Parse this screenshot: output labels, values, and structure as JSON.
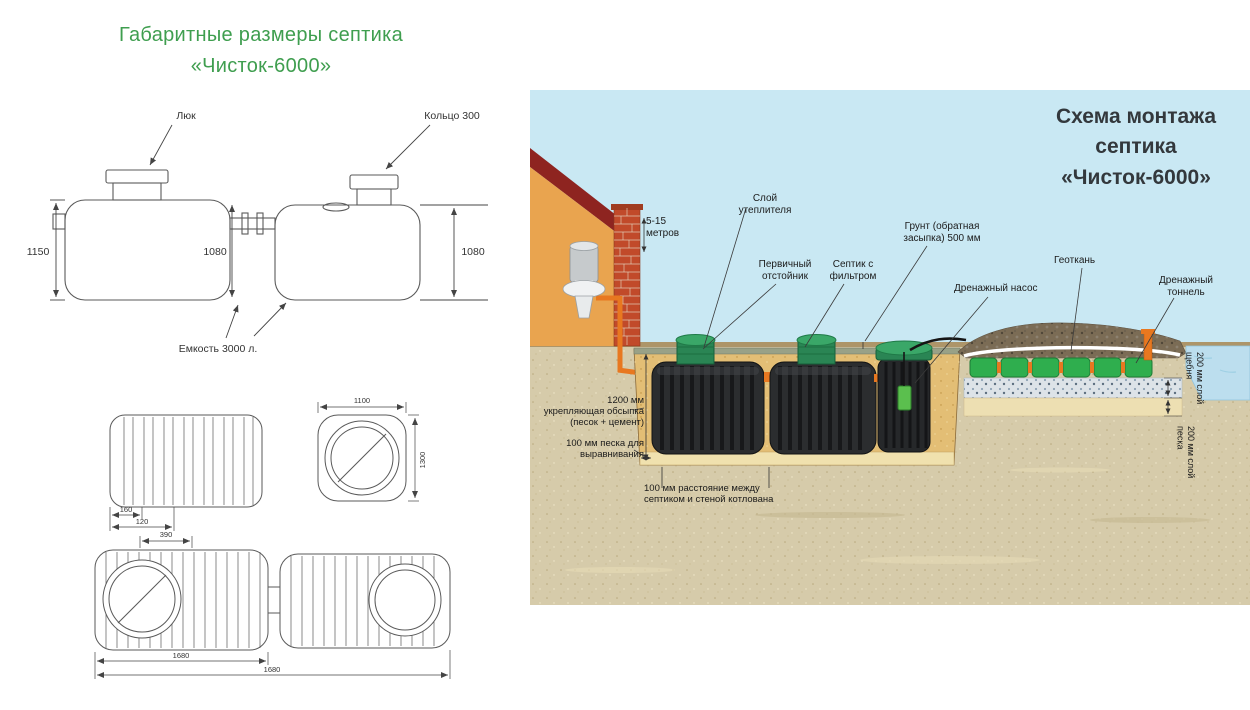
{
  "dimensions_panel": {
    "title_line1": "Габаритные размеры септика",
    "title_line2": "«Чисток-6000»",
    "side_view": {
      "hatch_label": "Люк",
      "ring_label": "Кольцо 300",
      "height_total": "1150",
      "height_inner": "1080",
      "height_right": "1080",
      "capacity_label": "Емкость 3000 л."
    },
    "cross_section": {
      "width": "1100",
      "height": "1300",
      "dim_small_1": "160",
      "dim_small_2": "120"
    },
    "top_view": {
      "dim_neck": "390",
      "dim_tank_length": "1680",
      "dim_total_length": "1680"
    }
  },
  "installation_panel": {
    "title_line1": "Схема монтажа",
    "title_line2": "септика",
    "title_line3": "«Чисток-6000»",
    "labels": {
      "distance": "5-15 метров",
      "insulation_layer": "Слой утеплителя",
      "primary_settler": "Первичный отстойник",
      "septic_with_filter": "Септик с фильтром",
      "backfill_soil": "Грунт (обратная засыпка) 500 мм",
      "geotextile": "Геоткань",
      "drainage_pump": "Дренажный насос",
      "drainage_tunnel": "Дренажный тоннель",
      "reinforcing_value": "1200 мм",
      "reinforcing_text": "укрепляющая обсыпка (песок + цемент)",
      "leveling_sand": "100 мм песка для выравнивания",
      "tank_wall_gap": "100 мм расстояние между септиком и стеной котлована",
      "gravel_layer": "200 мм слой щебня",
      "sand_layer": "200 мм слой песка"
    }
  },
  "palette": {
    "title_green": "#3f9e4f",
    "sky_blue": "#c9e8f3",
    "sand": "#d6cbaa",
    "backfill_tan": "#e3be75",
    "tank_black": "#2b2d2f",
    "lid_green": "#2a8554",
    "pipe_orange": "#e87820",
    "brick_red": "#c14a2a",
    "wall_orange": "#e9a44f",
    "roof_dark_red": "#8e2420"
  }
}
